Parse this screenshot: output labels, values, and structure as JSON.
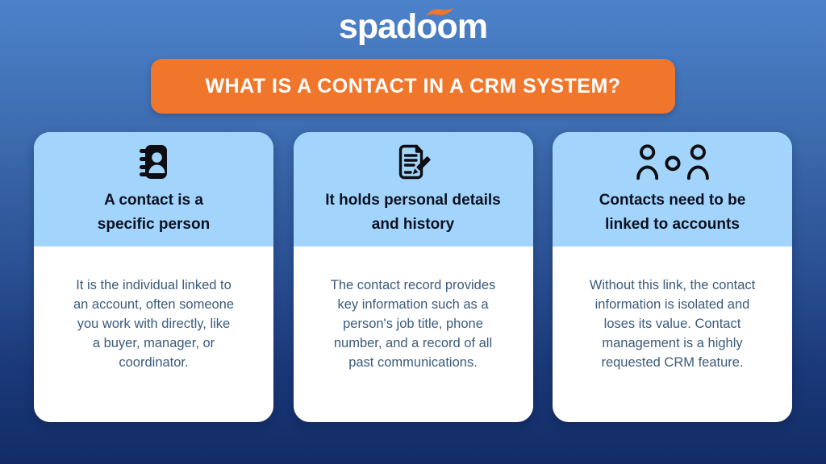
{
  "logo": {
    "text": "spadoom",
    "swoosh_icon": "orange-swoosh-icon"
  },
  "banner": {
    "title": "WHAT IS A CONTACT IN A CRM SYSTEM?"
  },
  "cards": [
    {
      "icon": "address-book-icon",
      "title": "A contact is a\nspecific person",
      "body": "It is the individual linked to\nan account, often someone\nyou work with directly, like\na buyer, manager, or\ncoordinator."
    },
    {
      "icon": "document-pencil-icon",
      "title": "It holds personal details\nand history",
      "body": "The contact record provides\nkey information such as a\nperson's job title, phone\nnumber, and a record of all\npast communications."
    },
    {
      "icon": "linked-people-icon",
      "title": "Contacts need to be\nlinked to accounts",
      "body": "Without this link, the contact\ninformation is isolated and\nloses its value. Contact\nmanagement is a highly\nrequested CRM feature."
    }
  ],
  "colors": {
    "background_top": "#4C82CA",
    "background_bottom": "#132C66",
    "banner_orange": "#F0762B",
    "card_header_blue": "#A3D5FC",
    "card_body_white": "#FFFFFF",
    "title_text": "#0B1020",
    "body_text": "#3B5B7B",
    "logo_white": "#FFFFFF",
    "icon_black": "#0D0D12"
  }
}
